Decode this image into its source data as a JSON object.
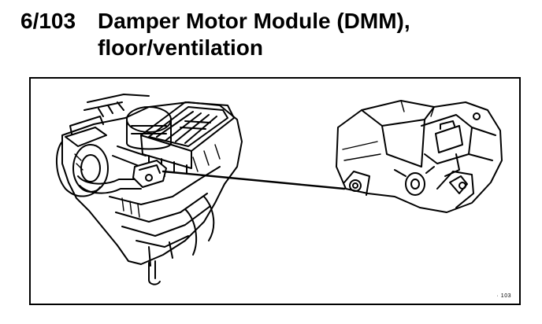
{
  "heading": {
    "number": "6/103",
    "title_line1": "Damper Motor Module (DMM),",
    "title_line2": "floor/ventilation"
  },
  "figure": {
    "reference_code": "· 103"
  }
}
